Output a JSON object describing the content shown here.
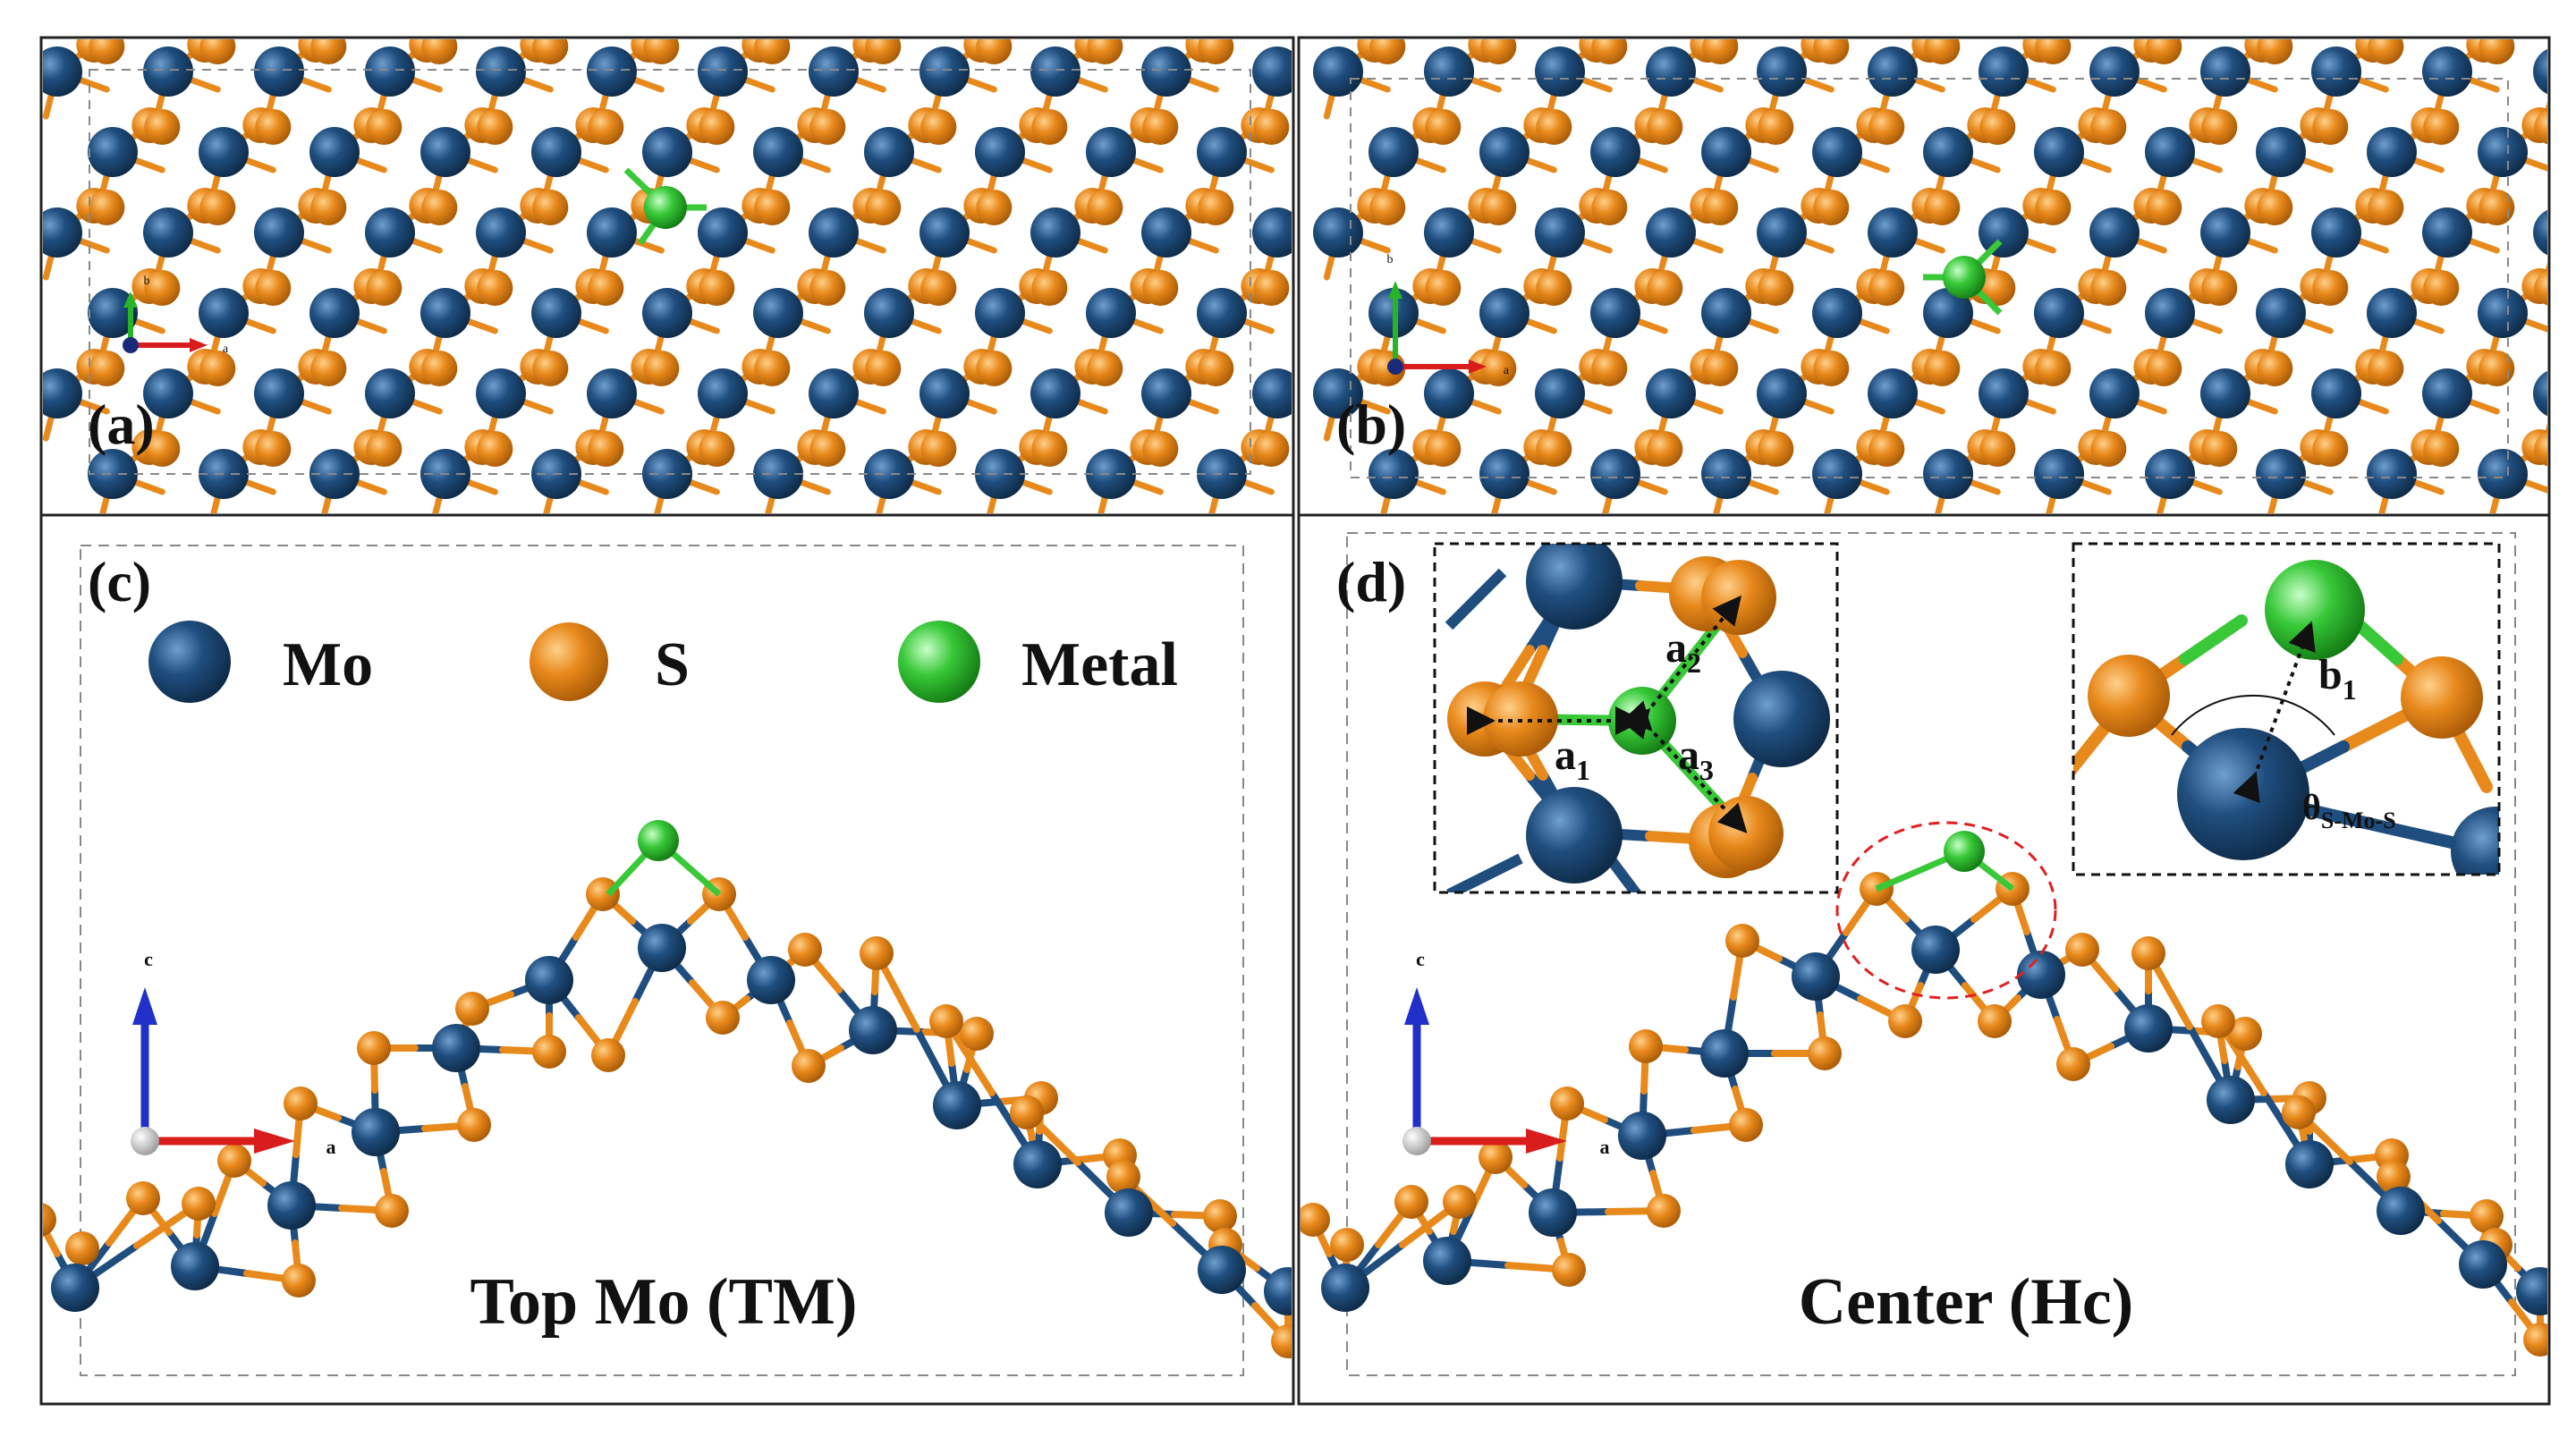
{
  "colors": {
    "mo": "#1f4e7e",
    "mo_dark": "#11304f",
    "s": "#e8891c",
    "s_dark": "#a85a06",
    "metal": "#38c838",
    "metal_dark": "#178a17",
    "frame": "#222222",
    "dashed": "#888888",
    "axis_a": "#d91c1c",
    "axis_b": "#28b428",
    "axis_c": "#2030c8",
    "origin": "#c8c8c8",
    "highlight": "#e02020"
  },
  "panels": {
    "a": {
      "label": "(a)"
    },
    "b": {
      "label": "(b)"
    },
    "c": {
      "label": "(c)",
      "caption": "Top Mo (TM)"
    },
    "d": {
      "label": "(d)",
      "caption": "Center (Hc)"
    }
  },
  "legend": {
    "mo": "Mo",
    "s": "S",
    "metal": "Metal"
  },
  "axes": {
    "a": "a",
    "b": "b",
    "c": "c"
  },
  "inset_labels": {
    "a1_main": "a",
    "a1_sub": "1",
    "a2_main": "a",
    "a2_sub": "2",
    "a3_main": "a",
    "a3_sub": "3",
    "b1_main": "b",
    "b1_sub": "1",
    "theta_main": "θ",
    "theta_sub": "S-Mo-S"
  }
}
